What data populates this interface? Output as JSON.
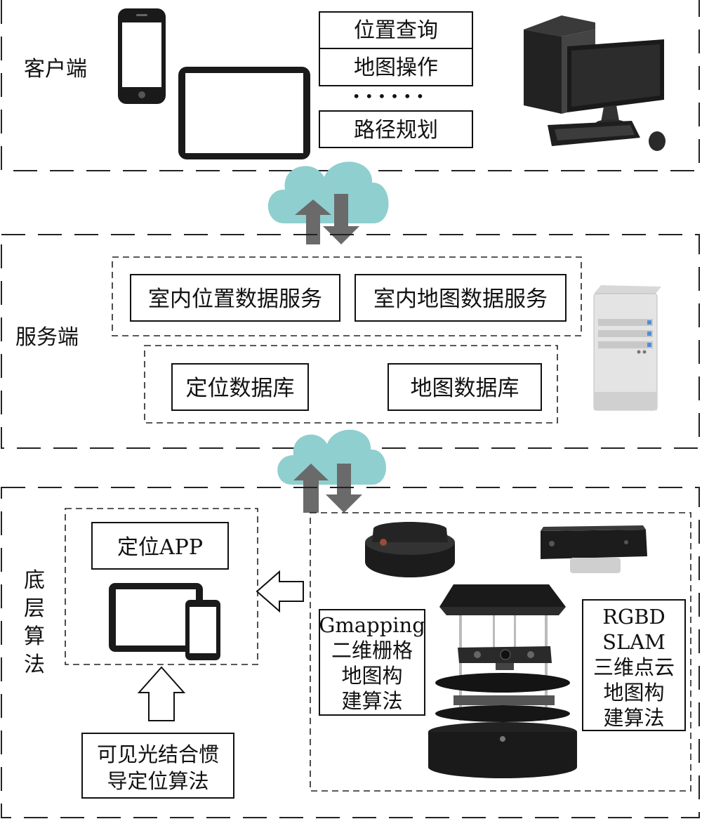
{
  "client": {
    "label": "客户端",
    "functions": [
      "位置查询",
      "地图操作",
      "路径规划"
    ],
    "ellipsis": "• • • • • •"
  },
  "server": {
    "label": "服务端",
    "services": [
      "室内位置数据服务",
      "室内地图数据服务"
    ],
    "databases": [
      "定位数据库",
      "地图数据库"
    ]
  },
  "bottom": {
    "label_lines": [
      "底",
      "层",
      "算",
      "法"
    ],
    "app": "定位APP",
    "vlc_lines": [
      "可见光结合惯",
      "导定位算法"
    ],
    "gmapping_lines": [
      "Gmapping",
      "二维栅格",
      "地图构",
      "建算法"
    ],
    "rgbd_lines": [
      "RGBD",
      "SLAM",
      "三维点云",
      "地图构",
      "建算法"
    ]
  },
  "colors": {
    "cloud": "#8fcfcf",
    "arrow": "#6a6a6a",
    "device": "#1a1a1a"
  }
}
